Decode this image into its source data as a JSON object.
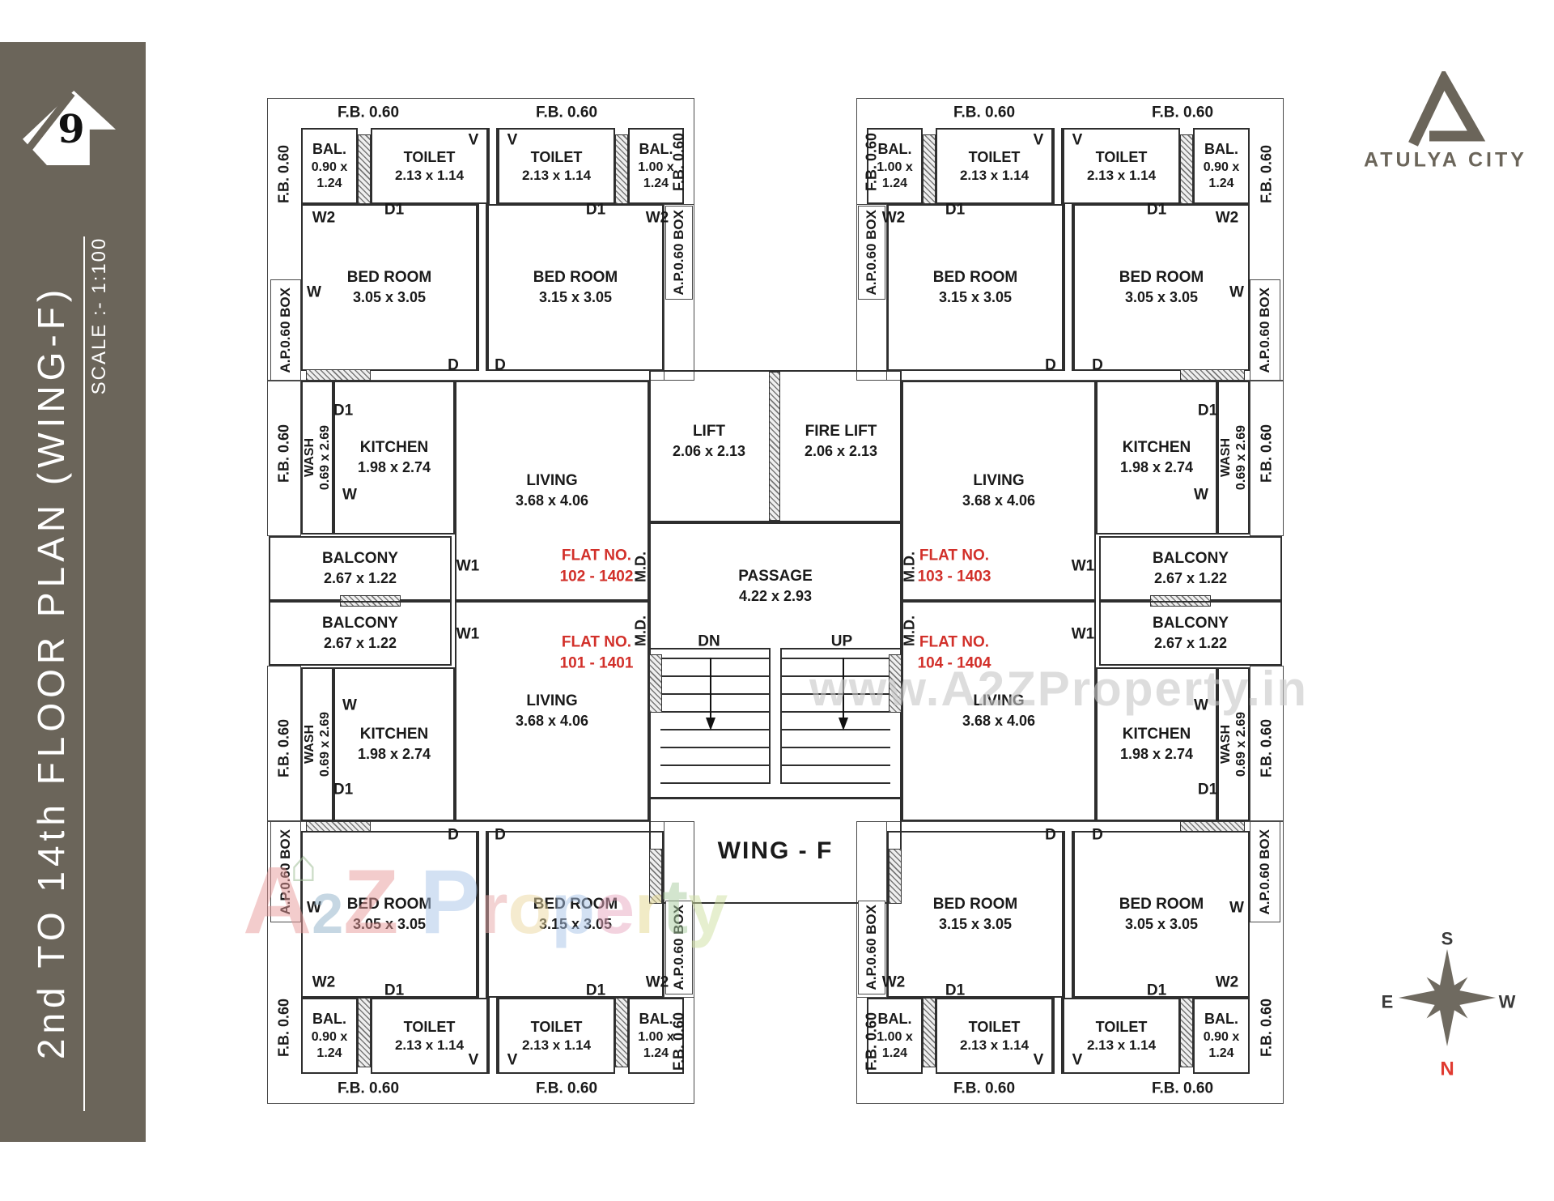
{
  "sidebar": {
    "number": "9",
    "title": "2nd TO 14th FLOOR PLAN (WING-F)",
    "scale": "SCALE :- 1:100"
  },
  "brand": {
    "name": "ATULYA CITY"
  },
  "compass": {
    "n": "N",
    "s": "S",
    "e": "E",
    "w": "W"
  },
  "plan": {
    "wing_label": "WING - F",
    "flats": [
      {
        "line1": "FLAT NO.",
        "line2": "102 - 1402"
      },
      {
        "line1": "FLAT NO.",
        "line2": "103 - 1403"
      },
      {
        "line1": "FLAT NO.",
        "line2": "101 - 1401"
      },
      {
        "line1": "FLAT NO.",
        "line2": "104 - 1404"
      }
    ],
    "rooms": {
      "bal_small": {
        "name": "BAL.",
        "dim": "0.90 x 1.24"
      },
      "bal_big": {
        "name": "BAL.",
        "dim": "1.00 x 1.24"
      },
      "toilet": {
        "name": "TOILET",
        "dim": "2.13 x 1.14"
      },
      "bed_small": {
        "name": "BED ROOM",
        "dim": "3.05 x 3.05"
      },
      "bed_big": {
        "name": "BED ROOM",
        "dim": "3.15 x 3.05"
      },
      "wash": {
        "name": "WASH",
        "dim": "0.69 x 2.69"
      },
      "kitchen": {
        "name": "KITCHEN",
        "dim": "1.98 x 2.74"
      },
      "living": {
        "name": "LIVING",
        "dim": "3.68 x 4.06"
      },
      "balcony": {
        "name": "BALCONY",
        "dim": "2.67 x 1.22"
      },
      "lift": {
        "name": "LIFT",
        "dim": "2.06 x 2.13"
      },
      "fire_lift": {
        "name": "FIRE LIFT",
        "dim": "2.06 x 2.13"
      },
      "passage": {
        "name": "PASSAGE",
        "dim": "4.22 x 2.93"
      }
    },
    "tags": {
      "fb": "F.B. 0.60",
      "ap": "A.P.0.60 BOX",
      "v": "V",
      "d": "D",
      "d1": "D1",
      "w": "W",
      "w1": "W1",
      "w2": "W2",
      "md": "M.D.",
      "dn": "DN",
      "up": "UP"
    }
  },
  "watermark": {
    "site": "www.A2ZProperty.in",
    "logo_letters": [
      "A",
      "2",
      "Z"
    ],
    "word_letters": [
      "P",
      "r",
      "o",
      "p",
      "e",
      "r",
      "t",
      "y"
    ],
    "house_icon": "⌂"
  },
  "colors": {
    "sidebar": "#6B655A",
    "wall": "#2E2E2E",
    "flat_red": "#D2302A",
    "compass_red": "#E03A30",
    "brand": "#6B655A"
  }
}
